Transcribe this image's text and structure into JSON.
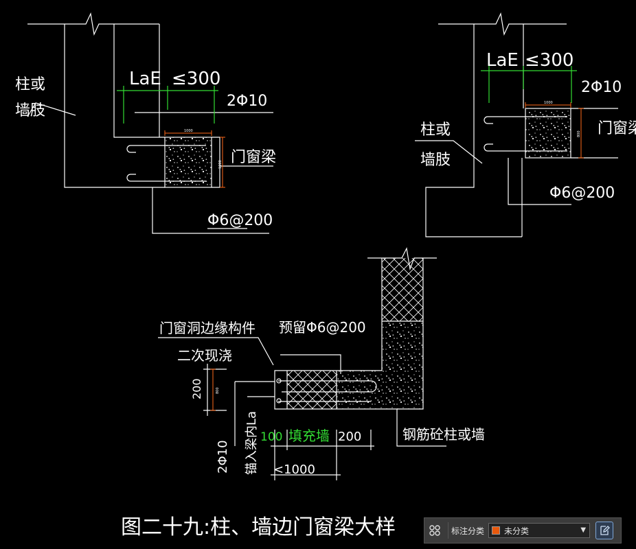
{
  "colors": {
    "line": "#ffffff",
    "dimension": "#33dd33",
    "section": "#ff6a1a",
    "background": "#000000"
  },
  "detail_left": {
    "wall_label_1": "柱或",
    "wall_label_2": "墙肢",
    "dim_lae": "LaE",
    "dim_max": "≤300",
    "rebar": "2Φ10",
    "beam_label": "门窗梁",
    "stirrup": "Φ6@200",
    "section_w": "1000",
    "section_h": "1000"
  },
  "detail_right": {
    "wall_label_1": "柱或",
    "wall_label_2": "墙肢",
    "dim_lae": "LaE",
    "dim_max": "≤300",
    "rebar": "2Φ10",
    "beam_label": "门窗梁",
    "stirrup": "Φ6@200",
    "section_w": "1000",
    "section_h": "800"
  },
  "detail_bottom": {
    "edge_member": "门窗洞边缘构件",
    "cast_later": "二次现浇",
    "reserved": "预留Φ6@200",
    "dim_200_v": "200",
    "dim_800_v": "800",
    "rebar_vertical": "2Φ10",
    "anchor_label": "锚入梁内La",
    "dim_100": "100",
    "infill_wall": "填充墙",
    "dim_200": "200",
    "rc_column": "钢筋砼柱或墙",
    "dim_1000": "<1000"
  },
  "caption": "图二十九:柱、墙边门窗梁大样",
  "toolbar": {
    "icon": "grid-icon",
    "label": "标注分类",
    "select_value": "未分类",
    "swatch_color": "#e8580c",
    "edit_icon": "edit-icon"
  }
}
